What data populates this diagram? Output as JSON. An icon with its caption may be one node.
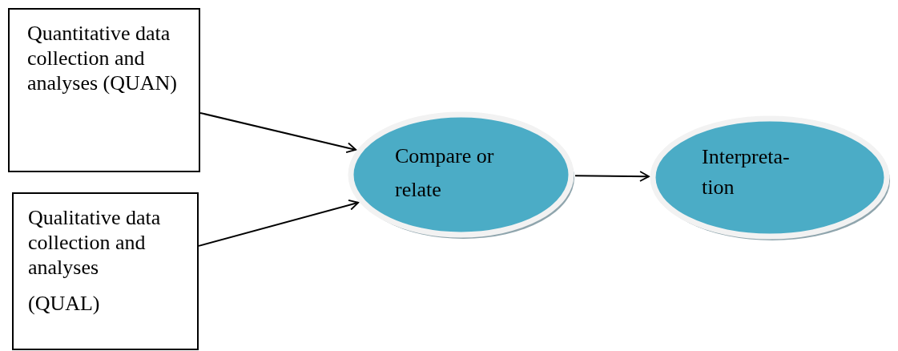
{
  "diagram": {
    "nodes": [
      {
        "text": [
          "Quantitative data collection and analyses (QUAN)"
        ]
      },
      {
        "text": [
          "Qualitative data collection and analyses",
          "(QUAL)"
        ]
      },
      {
        "text": [
          "Compare or relate"
        ]
      },
      {
        "text": [
          "Interpreta- tion"
        ]
      }
    ],
    "edges": [
      {
        "from": 0,
        "to": 2,
        "arrow": "to"
      },
      {
        "from": 1,
        "to": 2,
        "arrow": "to"
      },
      {
        "from": 2,
        "to": 3,
        "arrow": "to"
      }
    ]
  }
}
